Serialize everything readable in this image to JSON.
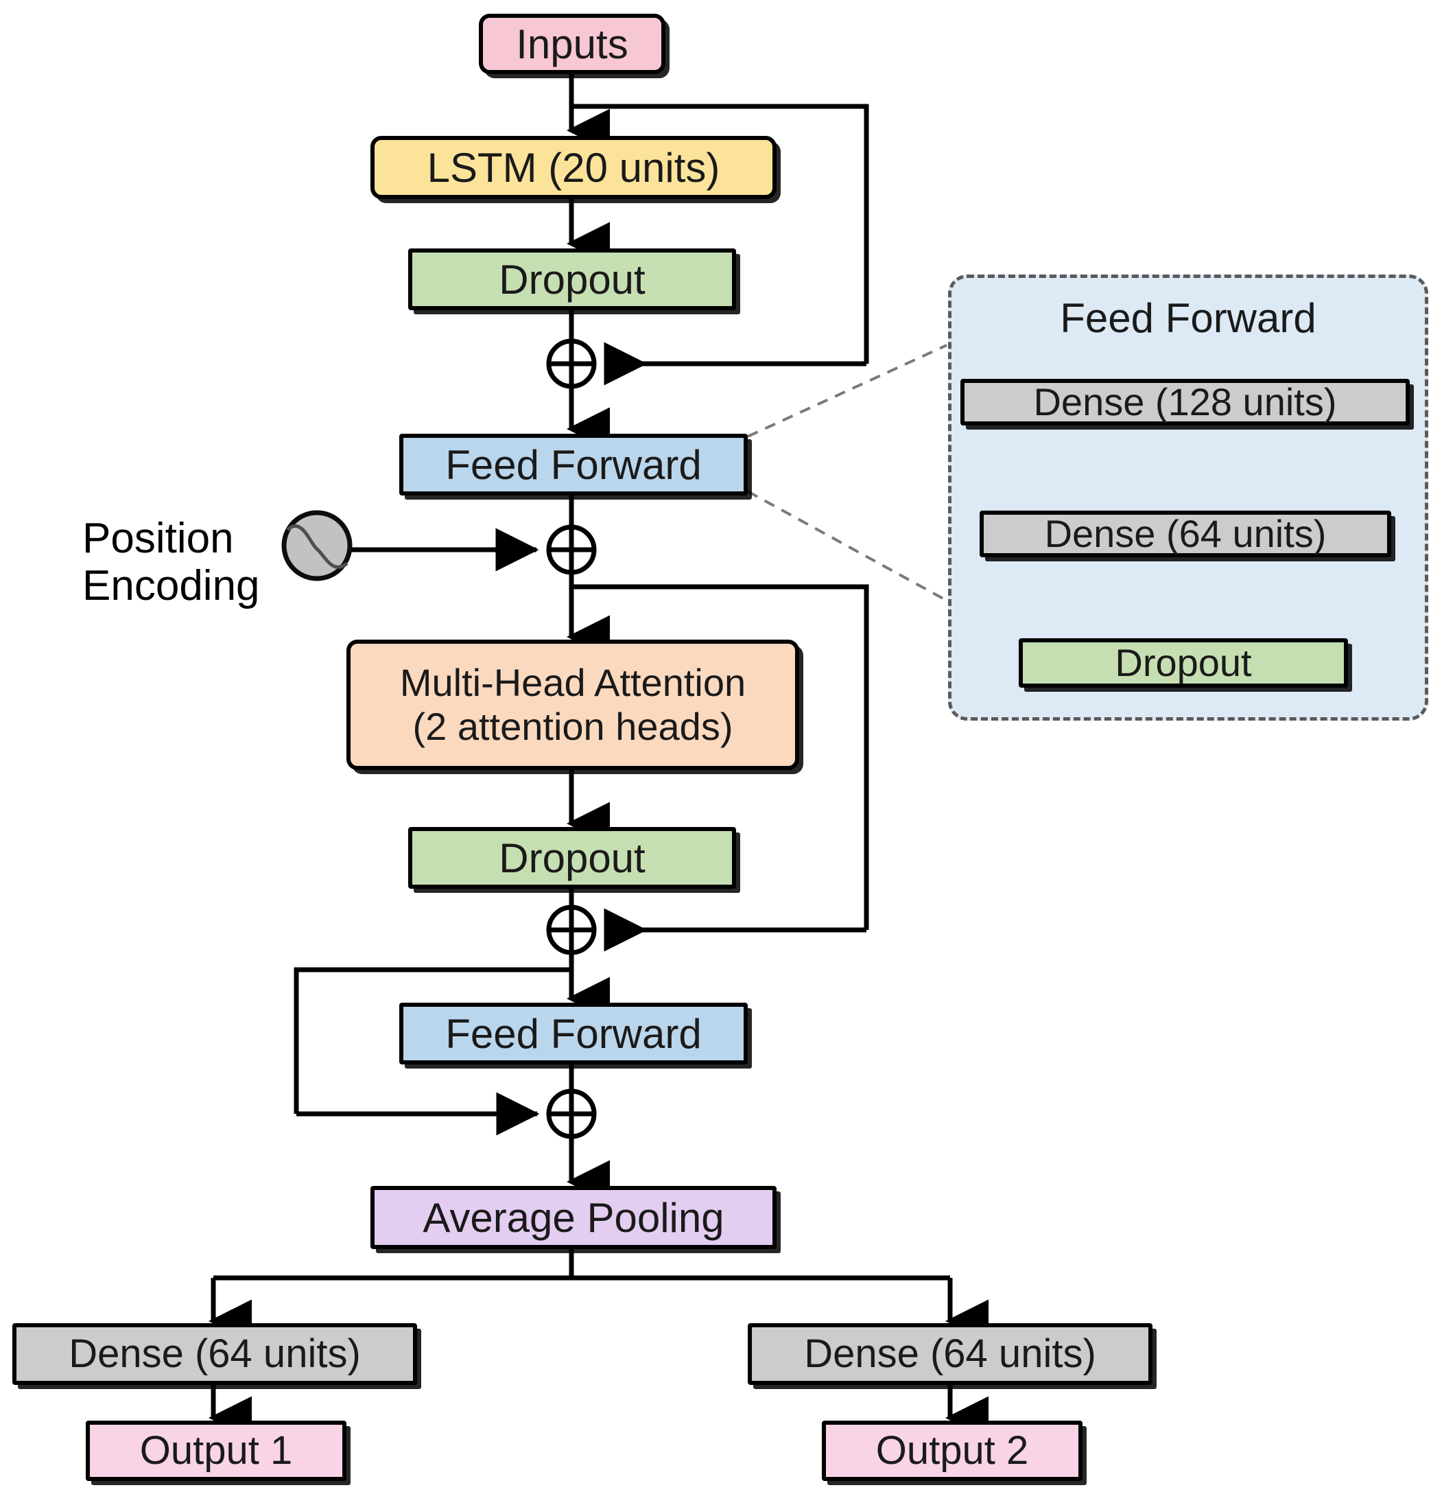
{
  "diagram": {
    "title": "Neural network architecture flow diagram",
    "colors": {
      "inputs_fill": "#f8c7d4",
      "lstm_fill": "#fbe49a",
      "dropout_fill": "#c6dfb2",
      "feedforward_fill": "#bad6ec",
      "attention_fill": "#fad9bf",
      "pooling_fill": "#e3cdf0",
      "dense_fill": "#cccccc",
      "output_fill": "#f8d4e6",
      "panel_fill": "#dde9f5",
      "panel_border": "#5a5a5a",
      "stroke": "#000000",
      "position_encoding_fill": "#c2c2c2"
    },
    "main_flow": {
      "inputs": "Inputs",
      "lstm": "LSTM (20 units)",
      "dropout_1": "Dropout",
      "feed_forward_1": "Feed Forward",
      "multi_head_attention_line1": "Multi-Head Attention",
      "multi_head_attention_line2": "(2 attention heads)",
      "dropout_2": "Dropout",
      "feed_forward_2": "Feed Forward",
      "average_pooling": "Average Pooling",
      "dense_left": "Dense (64 units)",
      "dense_right": "Dense (64 units)",
      "output_1": "Output 1",
      "output_2": "Output 2"
    },
    "position_encoding": {
      "label": "Position\nEncoding",
      "icon": "sine-wave-circle"
    },
    "add_nodes": [
      {
        "name": "residual-add-1",
        "symbol": "⊕"
      },
      {
        "name": "residual-add-2",
        "symbol": "⊕"
      },
      {
        "name": "residual-add-3",
        "symbol": "⊕"
      },
      {
        "name": "residual-add-4",
        "symbol": "⊕"
      }
    ],
    "feed_forward_panel": {
      "title": "Feed Forward",
      "dense_128": "Dense (128 units)",
      "dense_64": "Dense (64 units)",
      "dropout": "Dropout"
    }
  }
}
